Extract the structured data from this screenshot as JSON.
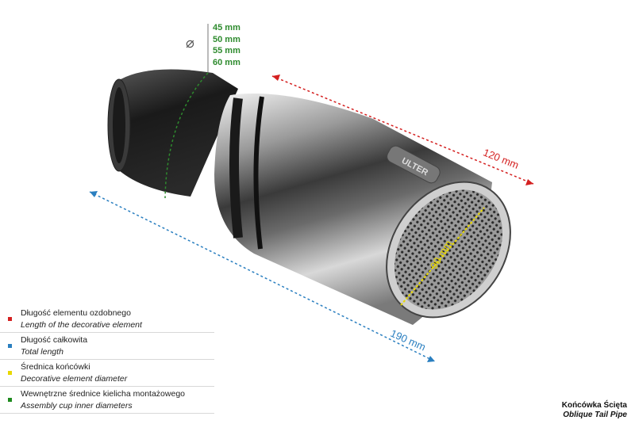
{
  "diameter": {
    "symbol": "⌀",
    "values": [
      "45 mm",
      "50 mm",
      "55 mm",
      "60 mm"
    ],
    "color": "#2e8b2e"
  },
  "dimensions": {
    "decorative_length": {
      "label": "120 mm",
      "color": "#d42020"
    },
    "total_length": {
      "label": "190 mm",
      "color": "#2a7fc0"
    },
    "tip_diameter": {
      "label": "90 mm",
      "color": "#e8d800"
    }
  },
  "legend": [
    {
      "pl": "Długość elementu ozdobnego",
      "en": "Length of the decorative element",
      "color": "#d42020"
    },
    {
      "pl": "Długość całkowita",
      "en": "Total length",
      "color": "#2a7fc0"
    },
    {
      "pl": "Średnica końcówki",
      "en": "Decorative element diameter",
      "color": "#e8d800"
    },
    {
      "pl": "Wewnętrzne średnice kielicha montażowego",
      "en": "Assembly cup inner diameters",
      "color": "#1e8a1e"
    }
  ],
  "caption": {
    "pl": "Końcówka Ścięta",
    "en": "Oblique Tail Pipe"
  },
  "brand_mark": "ULTER"
}
